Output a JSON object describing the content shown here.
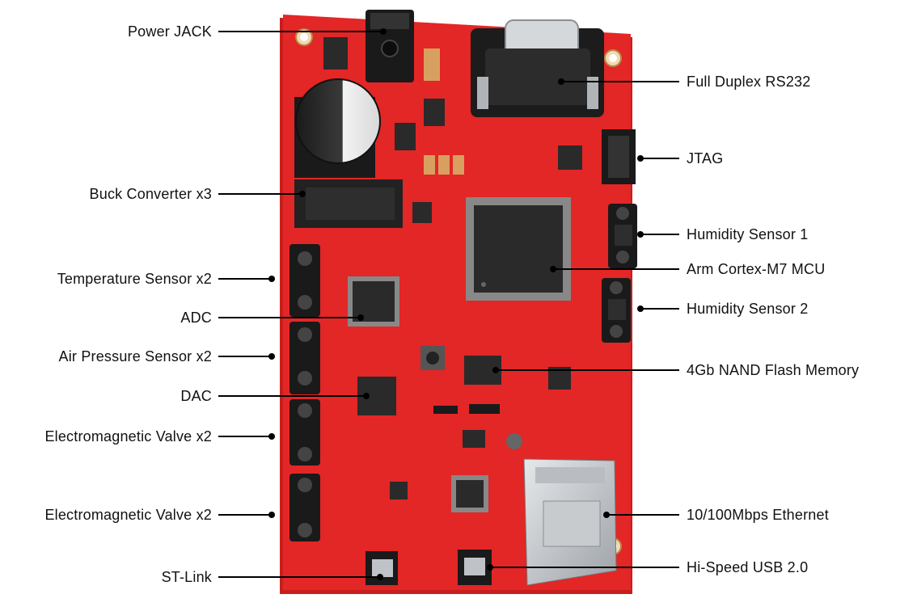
{
  "colors": {
    "board": "#e32626",
    "board_dark": "#a81616",
    "chip": "#2a2a2a",
    "connector": "#1c1c1c",
    "metal": "#bfc3c7",
    "leader": "#000000"
  },
  "labels": {
    "power_jack": "Power JACK",
    "buck_converter": "Buck Converter x3",
    "temperature_sensor": "Temperature Sensor x2",
    "adc": "ADC",
    "air_pressure": "Air Pressure Sensor x2",
    "dac": "DAC",
    "valve_1": "Electromagnetic Valve x2",
    "valve_2": "Electromagnetic Valve x2",
    "st_link": "ST-Link",
    "rs232": "Full Duplex RS232",
    "jtag": "JTAG",
    "humidity_1": "Humidity Sensor 1",
    "mcu": "Arm Cortex-M7 MCU",
    "humidity_2": "Humidity Sensor 2",
    "nand": "4Gb NAND Flash Memory",
    "ethernet": "10/100Mbps Ethernet",
    "usb": "Hi-Speed USB 2.0"
  }
}
